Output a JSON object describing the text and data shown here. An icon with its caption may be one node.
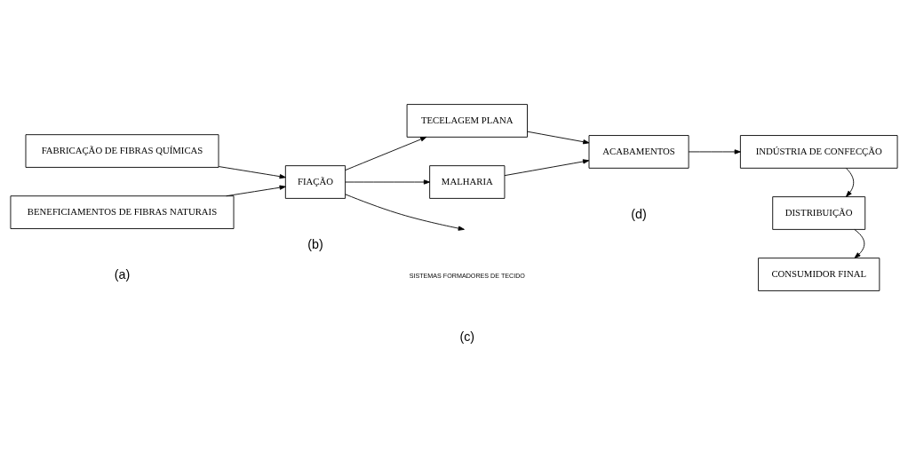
{
  "diagram": {
    "nodes": [
      {
        "text": [
          "FABRICAÇÃO DE FIBRAS QUÍMICAS"
        ]
      },
      {
        "text": [
          "BENEFICIAMENTOS DE FIBRAS NATURAIS"
        ]
      },
      {
        "text": [
          "FIAÇÃO"
        ]
      },
      {
        "text": [
          "TECELAGEM PLANA"
        ]
      },
      {
        "text": [
          "MALHARIA"
        ]
      },
      {
        "text": [
          "ACABAMENTOS"
        ]
      },
      {
        "text": [
          "INDÚSTRIA DE CONFECÇÃO"
        ]
      },
      {
        "text": [
          "DISTRIBUIÇÃO"
        ]
      },
      {
        "text": [
          "CONSUMIDOR FINAL"
        ]
      }
    ],
    "edges": [
      {
        "from": 0,
        "to": 2,
        "arrow": "to"
      },
      {
        "from": 1,
        "to": 2,
        "arrow": "to"
      },
      {
        "from": 2,
        "to": 3,
        "arrow": "to"
      },
      {
        "from": 2,
        "to": null,
        "arrow": "to"
      },
      {
        "from": 2,
        "to": 4,
        "arrow": "to"
      },
      {
        "from": 3,
        "to": 5,
        "arrow": "to"
      },
      {
        "from": 4,
        "to": 5,
        "arrow": "to"
      },
      {
        "from": 5,
        "to": 6,
        "arrow": "to"
      },
      {
        "from": 6,
        "to": 7,
        "arrow": "to"
      },
      {
        "from": 7,
        "to": 8,
        "arrow": "to"
      }
    ],
    "labels": [
      "(a)",
      "(b)",
      "SISTEMAS FORMADORES DE TECIDO",
      "(c)",
      "(d)"
    ]
  }
}
